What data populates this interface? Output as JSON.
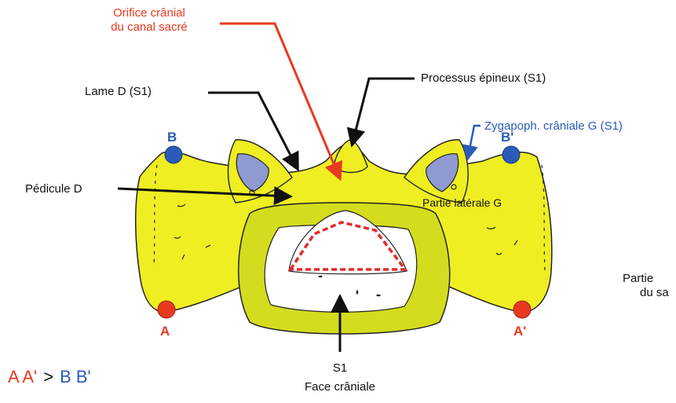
{
  "labels": {
    "orifice": [
      "Orifice crânial",
      "du canal sacré"
    ],
    "processus": "Processus épineux (S1)",
    "lame": "Lame D (S1)",
    "zygapoph": "Zygapoph. crâniale G (S1)",
    "pedicule": "Pédicule D",
    "partie_laterale": "Partie latérale G",
    "partie_cut": [
      "Partie",
      "du sa"
    ],
    "s1": [
      "S1",
      "Face crâniale"
    ]
  },
  "points": {
    "A": "A",
    "A_prime": "A'",
    "B": "B",
    "B_prime": "B'"
  },
  "formula": {
    "lhs": "A A'",
    "op": ">",
    "rhs": "B B'"
  },
  "colors": {
    "bone": "#eeee22",
    "bone_dark": "#cfcf10",
    "articular": "#8e9ad0",
    "red_accent": "#e8391e",
    "blue_accent": "#2a5bb8",
    "canal_border": "#e32a2a"
  }
}
